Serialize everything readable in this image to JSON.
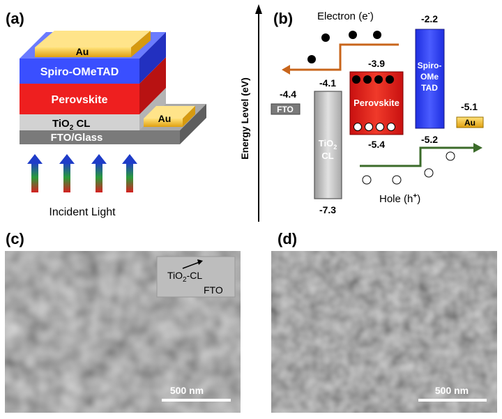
{
  "panels": {
    "a": {
      "label": "(a)",
      "layers": {
        "au_top": "Au",
        "spiro": "Spiro-OMeTAD",
        "perovskite": "Perovskite",
        "tio2_main": "TiO",
        "tio2_sub": "2",
        "tio2_suffix": " CL",
        "au_side": "Au",
        "fto": "FTO/Glass"
      },
      "caption": "Incident Light"
    },
    "b": {
      "label": "(b)",
      "y_axis_label": "Energy Level (eV)",
      "electron_label": "Electron (e",
      "electron_sup": "-",
      "electron_close": ")",
      "hole_label": "Hole (h",
      "hole_sup": "+",
      "hole_close": ")",
      "levels": {
        "fto": {
          "name": "FTO",
          "value": "-4.4"
        },
        "tio2_lumo": "-4.1",
        "tio2_homo": "-7.3",
        "tio2_name_main": "TiO",
        "tio2_name_sub": "2",
        "tio2_name_line2": "CL",
        "perovskite_lumo": "-3.9",
        "perovskite_homo": "-5.4",
        "perovskite_name": "Perovskite",
        "spiro_lumo": "-2.2",
        "spiro_homo": "-5.2",
        "spiro_name_l1": "Spiro-",
        "spiro_name_l2": "OMe",
        "spiro_name_l3": "TAD",
        "au": {
          "name": "Au",
          "value": "-5.1"
        }
      }
    },
    "c": {
      "label": "(c)",
      "inset_label_main": "TiO",
      "inset_label_sub": "2",
      "inset_label_suffix": "-CL",
      "inset_label_fto": "FTO",
      "scale_bar": "500 nm"
    },
    "d": {
      "label": "(d)",
      "scale_bar": "500 nm"
    }
  },
  "colors": {
    "gold": "#f5c230",
    "spiro_blue": "#3a4fff",
    "perovskite_red": "#ee1f1f",
    "tio2_gray": "#c8c8c8",
    "fto_gray": "#7a7a7a",
    "electron_arrow": "#c8651b",
    "hole_arrow": "#3b6b2a"
  }
}
